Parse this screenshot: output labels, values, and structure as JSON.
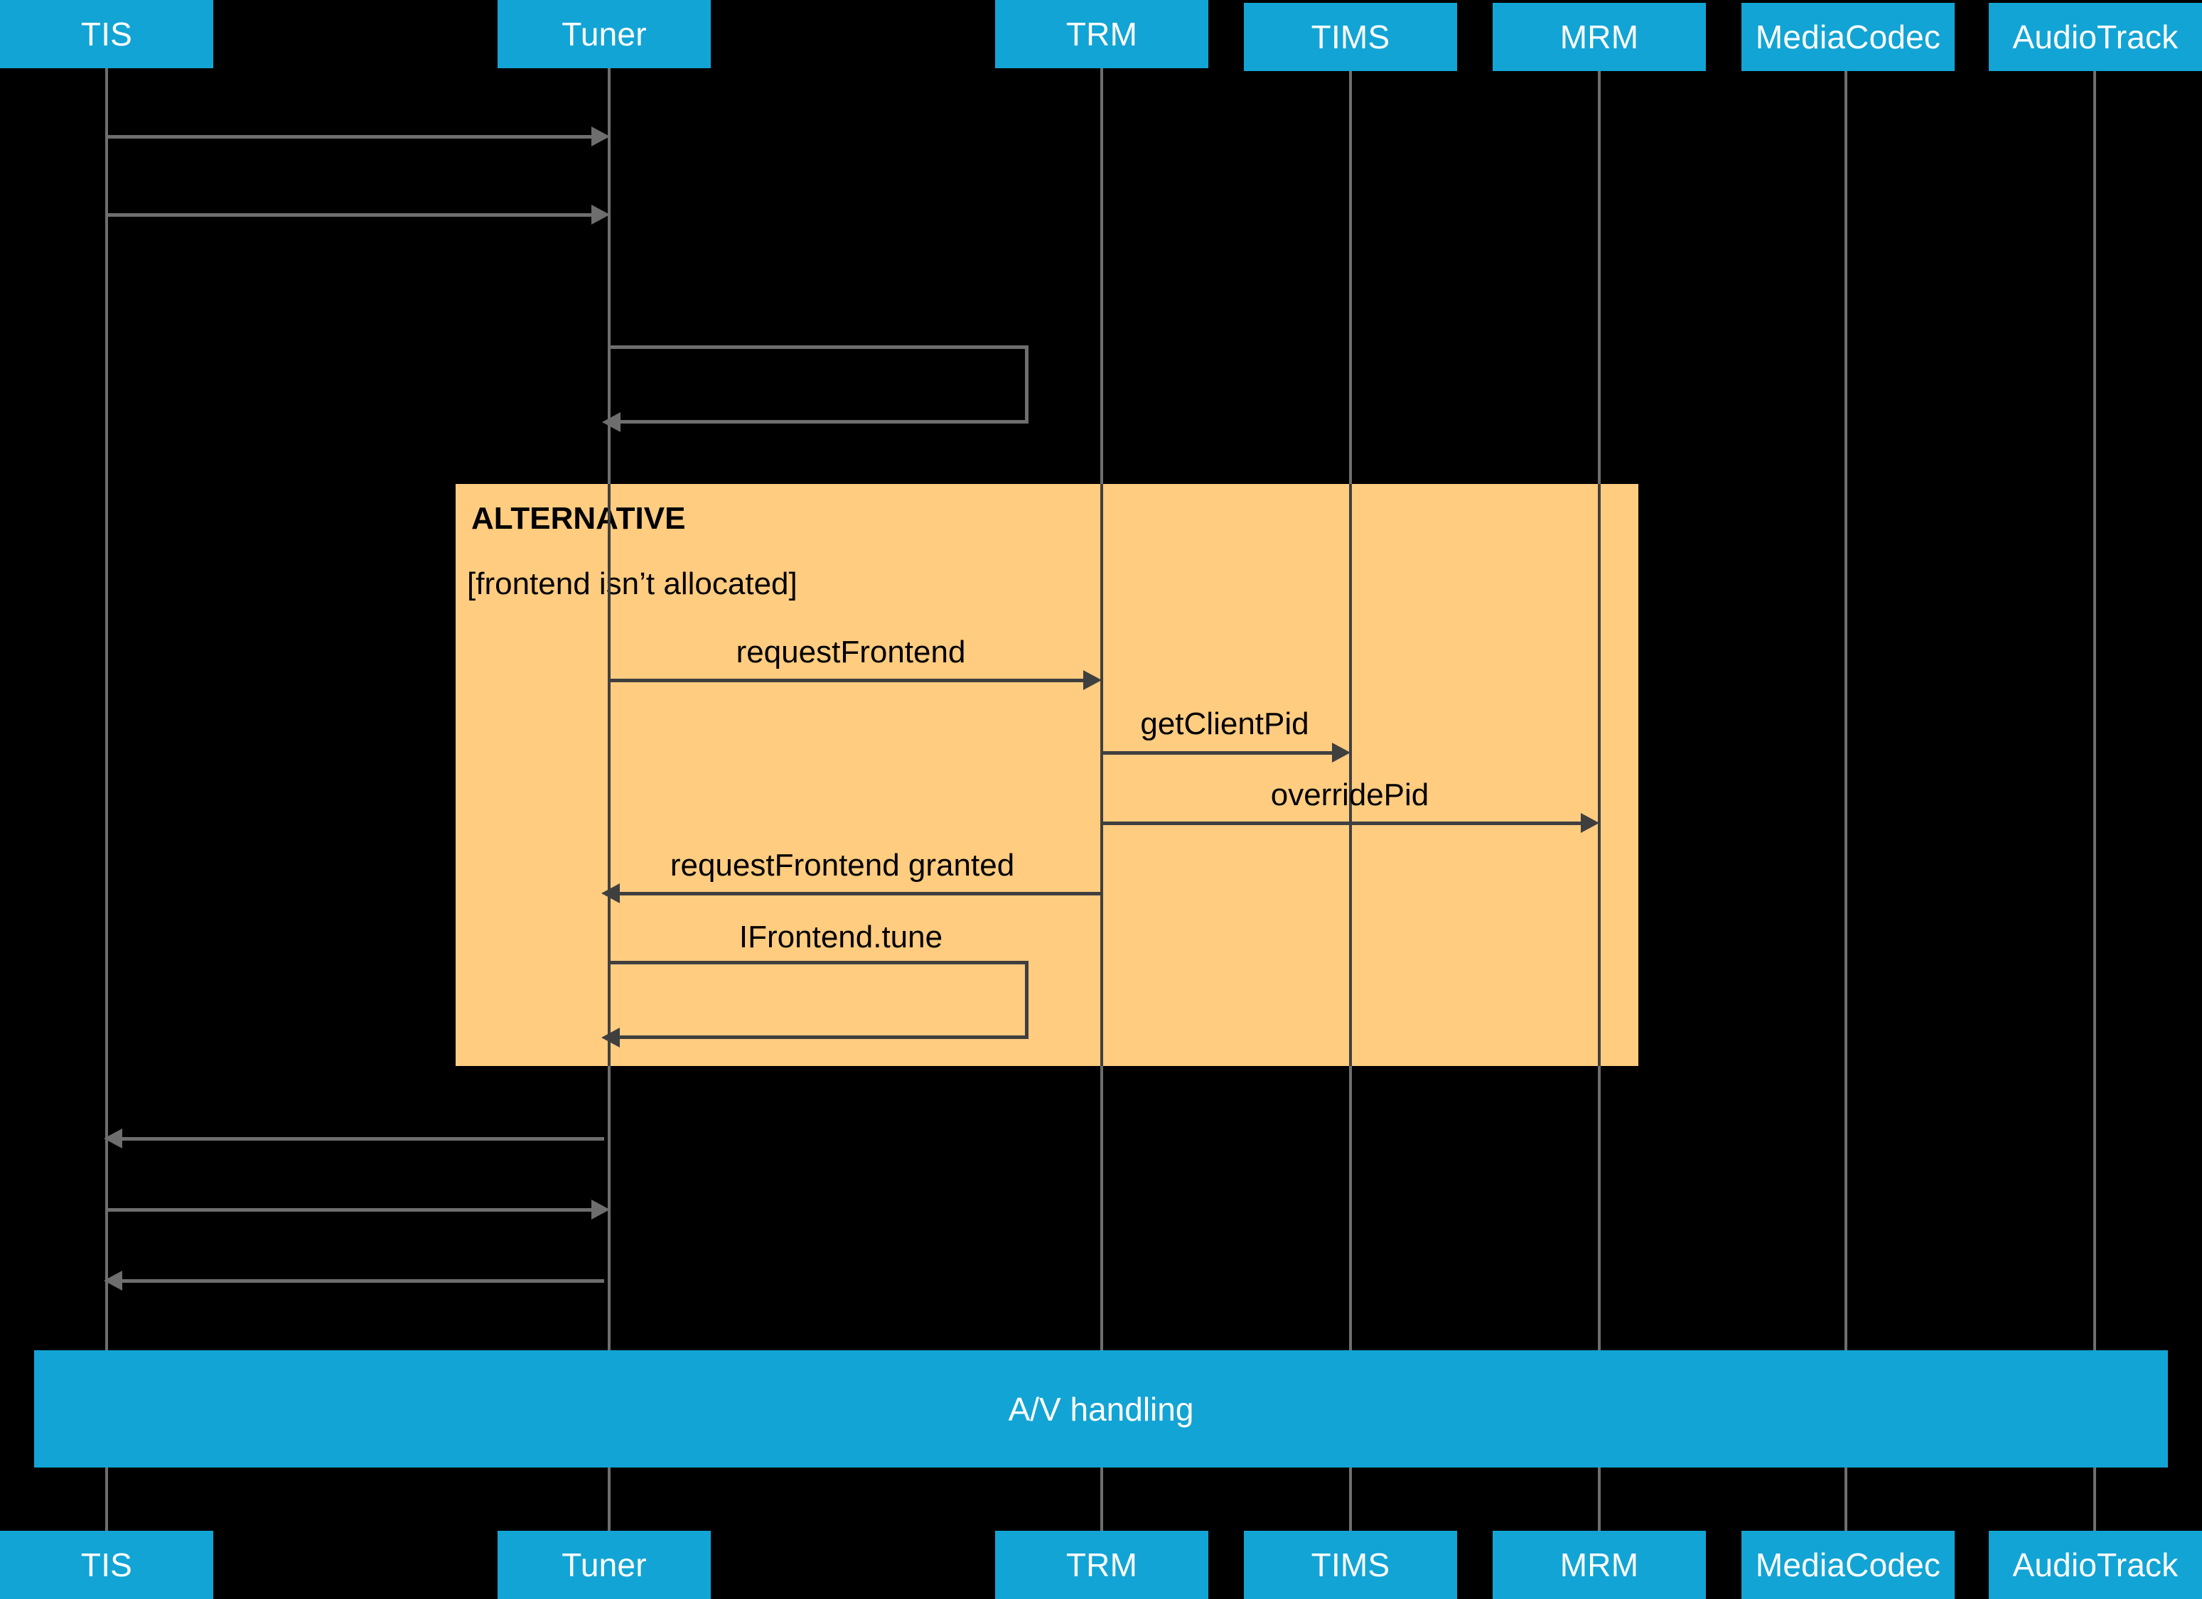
{
  "diagram": {
    "type": "uml-sequence-diagram",
    "background_color": "#000000",
    "participant_color": "#12A4D4",
    "fragment_color": "#FFCC80",
    "message_color": "#3F3F3F",
    "lifeline_color": "#6E6E6E"
  },
  "participants": [
    {
      "id": "tis",
      "label": "TIS"
    },
    {
      "id": "tuner",
      "label": "Tuner"
    },
    {
      "id": "trm",
      "label": "TRM"
    },
    {
      "id": "tims",
      "label": "TIMS"
    },
    {
      "id": "mrm",
      "label": "MRM"
    },
    {
      "id": "mediacodec",
      "label": "MediaCodec"
    },
    {
      "id": "audiotrack",
      "label": "AudioTrack"
    }
  ],
  "fragment": {
    "operator": "ALTERNATIVE",
    "guard": "[frontend isn’t allocated]"
  },
  "messages": [
    {
      "id": "m1",
      "label": "",
      "from": "tis",
      "to": "tuner"
    },
    {
      "id": "m2",
      "label": "",
      "from": "tis",
      "to": "tuner"
    },
    {
      "id": "m3",
      "label": "",
      "from": "tuner",
      "to": "tuner"
    },
    {
      "id": "m4",
      "label": "requestFrontend",
      "from": "tuner",
      "to": "trm"
    },
    {
      "id": "m5",
      "label": "getClientPid",
      "from": "trm",
      "to": "tims"
    },
    {
      "id": "m6",
      "label": "overridePid",
      "from": "trm",
      "to": "mrm"
    },
    {
      "id": "m7",
      "label": "requestFrontend granted",
      "from": "trm",
      "to": "tuner"
    },
    {
      "id": "m8",
      "label": "IFrontend.tune",
      "from": "tuner",
      "to": "tuner"
    },
    {
      "id": "m9",
      "label": "",
      "from": "tuner",
      "to": "tis"
    },
    {
      "id": "m10",
      "label": "",
      "from": "tis",
      "to": "tuner"
    },
    {
      "id": "m11",
      "label": "",
      "from": "tuner",
      "to": "tis"
    }
  ],
  "ref_bar": {
    "label": "A/V handling"
  }
}
